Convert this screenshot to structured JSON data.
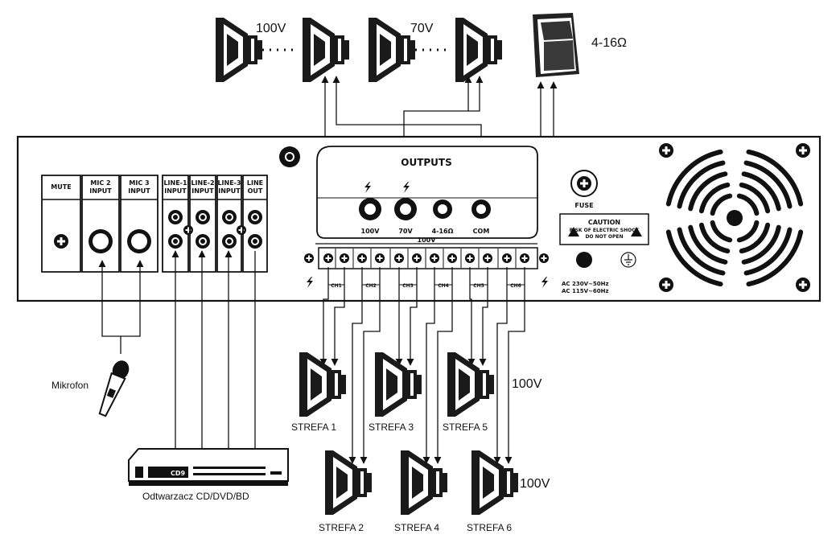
{
  "colors": {
    "ink": "#111111",
    "paper": "#ffffff"
  },
  "top": {
    "label_100v": "100V",
    "label_70v": "70V",
    "label_ohm": "4-16Ω"
  },
  "panel": {
    "mute": "MUTE",
    "mic2": [
      "MIC 2",
      "INPUT"
    ],
    "mic3": [
      "MIC 3",
      "INPUT"
    ],
    "line1": [
      "LINE-1",
      "INPUT"
    ],
    "line2": [
      "LINE-2",
      "INPUT"
    ],
    "line3": [
      "LINE-3",
      "INPUT"
    ],
    "lineout": [
      "LINE",
      "OUT"
    ],
    "outputs_title": "OUTPUTS",
    "out_labels": [
      "100V",
      "70V",
      "4-16Ω",
      "COM"
    ],
    "terminal_bus_label": "100V",
    "channels": [
      "CH1",
      "CH2",
      "CH3",
      "CH4",
      "CH5",
      "CH6"
    ],
    "fuse": "FUSE",
    "caution_title": "CAUTION",
    "caution_line1": "RISK OF ELECTRIC SHOCK",
    "caution_line2": "DO NOT OPEN",
    "ac1": "AC 230V~50Hz",
    "ac2": "AC 115V~60Hz"
  },
  "bottom": {
    "mic_label": "Mikrofon",
    "player_label": "Odtwarzacz CD/DVD/BD",
    "player_display": "CD9",
    "zone_100v_1": "100V",
    "zone_100v_2": "100V",
    "zones": [
      "STREFA 1",
      "STREFA 2",
      "STREFA 3",
      "STREFA 4",
      "STREFA 5",
      "STREFA 6"
    ]
  }
}
